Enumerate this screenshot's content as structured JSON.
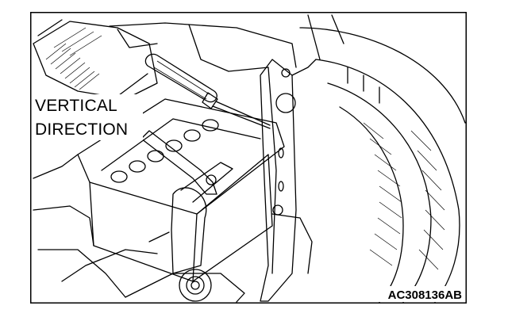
{
  "diagram": {
    "labels": {
      "callout_line1": "VERTICAL",
      "callout_line2": "DIRECTION",
      "figure_id": "AC308136AB"
    }
  }
}
